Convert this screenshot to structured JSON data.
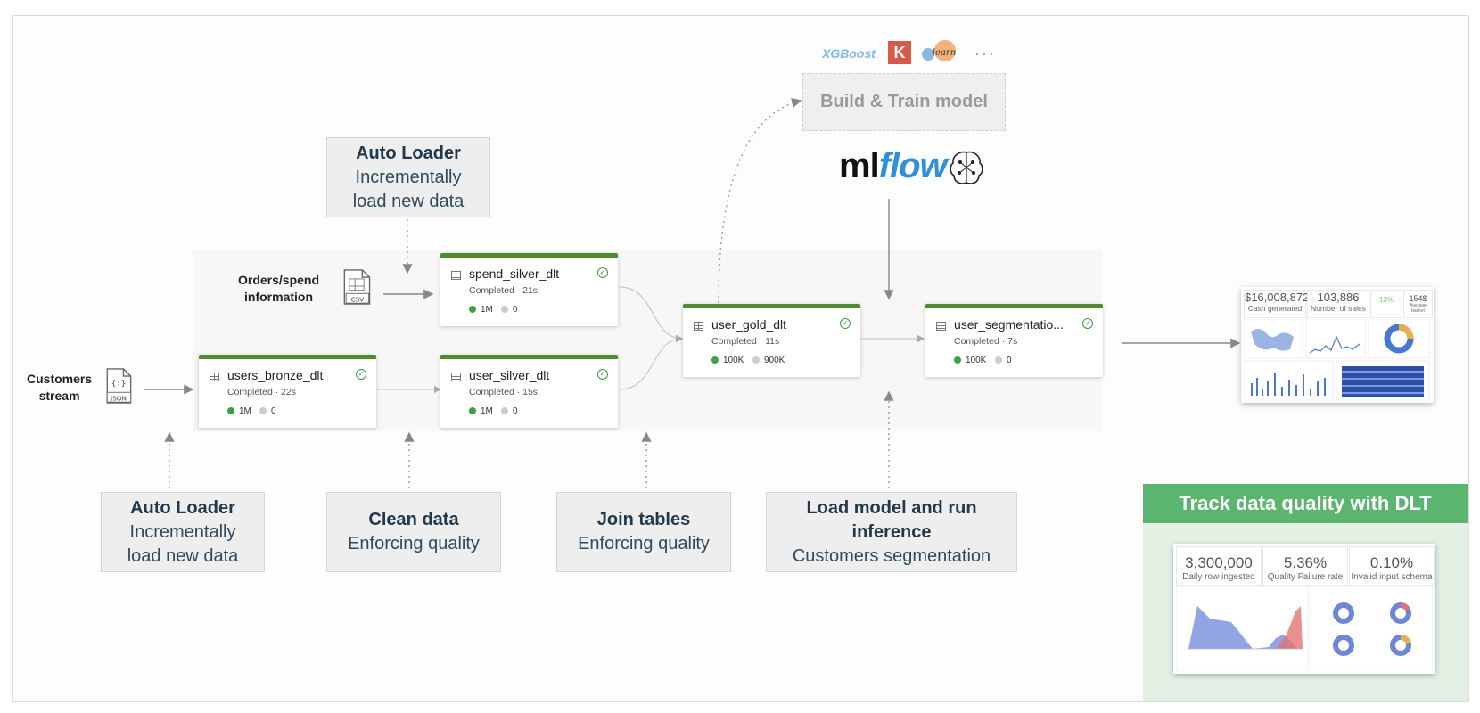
{
  "sources": {
    "customers_stream": "Customers\nstream",
    "orders_spend": "Orders/spend\ninformation",
    "json_label": "JSON",
    "csv_label": "CSV"
  },
  "nodes": [
    {
      "name": "users_bronze_dlt",
      "status": "Completed · 22s",
      "metric1": "1M",
      "metric2": "0"
    },
    {
      "name": "user_silver_dlt",
      "status": "Completed · 15s",
      "metric1": "1M",
      "metric2": "0"
    },
    {
      "name": "spend_silver_dlt",
      "status": "Completed · 21s",
      "metric1": "1M",
      "metric2": "0"
    },
    {
      "name": "user_gold_dlt",
      "status": "Completed · 11s",
      "metric1": "100K",
      "metric2": "900K"
    },
    {
      "name": "user_segmentatio...",
      "status": "Completed · 7s",
      "metric1": "100K",
      "metric2": "0"
    }
  ],
  "callouts": {
    "autoloader_top": {
      "title": "Auto Loader",
      "text": "Incrementally\nload new data"
    },
    "autoloader_bottom": {
      "title": "Auto Loader",
      "text": "Incrementally\nload new data"
    },
    "clean": {
      "title": "Clean data",
      "text": "Enforcing quality"
    },
    "join": {
      "title": "Join tables",
      "text": "Enforcing quality"
    },
    "inference": {
      "title": "Load model and run\ninference",
      "text": "Customers segmentation"
    }
  },
  "ml": {
    "train_label": "Build & Train model",
    "xgboost": "XGBoost",
    "keras": "K",
    "sklearn": "learn",
    "more": "···",
    "mlflow_ml": "ml",
    "mlflow_flow": "flow"
  },
  "dashboard": {
    "kpis": [
      {
        "value": "$16,008,872",
        "label": "Cash generated"
      },
      {
        "value": "103,886",
        "label": "Number of sales"
      },
      {
        "value": "13%",
        "label": ""
      },
      {
        "value": "154$",
        "label": "Average basket"
      }
    ]
  },
  "dlt": {
    "title": "Track data quality with DLT",
    "kpis": [
      {
        "value": "3,300,000",
        "label": "Daily row ingested"
      },
      {
        "value": "5.36%",
        "label": "Quality Failure rate"
      },
      {
        "value": "0.10%",
        "label": "Invalid input schema"
      }
    ]
  },
  "colors": {
    "node_accent": "#4e8a2e",
    "dlt_header": "#5bb56f",
    "callout_text": "#22394a"
  }
}
